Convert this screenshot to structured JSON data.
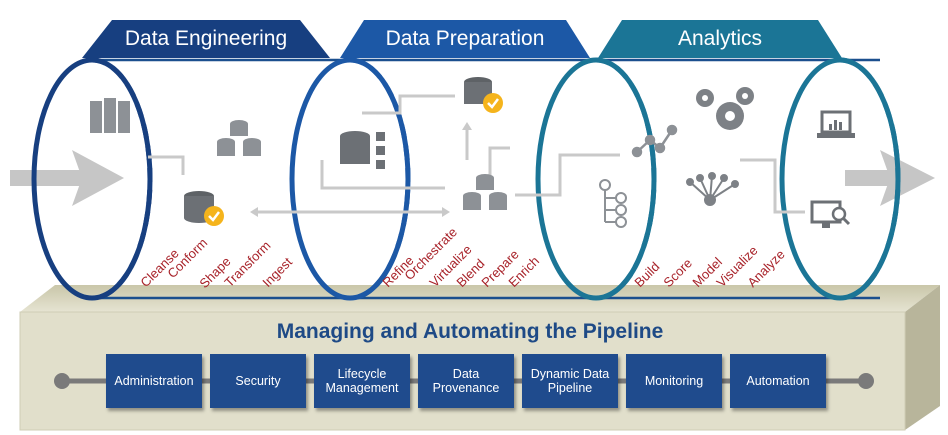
{
  "sections": [
    {
      "title": "Data Engineering",
      "color": "#173f80"
    },
    {
      "title": "Data Preparation",
      "color": "#1c58a6"
    },
    {
      "title": "Analytics",
      "color": "#1b7596"
    }
  ],
  "engineering_steps": [
    "Cleanse",
    "Conform",
    "Shape",
    "Transform",
    "Ingest"
  ],
  "preparation_steps": [
    "Refine",
    "Orchestrate",
    "Virtualize",
    "Blend",
    "Prepare",
    "Enrich"
  ],
  "analytics_steps": [
    "Build",
    "Score",
    "Model",
    "Visualize",
    "Analyze"
  ],
  "pipeline": {
    "title": "Managing and Automating the Pipeline",
    "capabilities": [
      "Administration",
      "Security",
      "Lifecycle Management",
      "Data Provenance",
      "Dynamic Data Pipeline",
      "Monitoring",
      "Automation"
    ]
  },
  "colors": {
    "stage_label": "#a8232a",
    "platform": "#dedcc6",
    "capability_box": "#1f4b8d",
    "arrow": "#c9c9c9"
  },
  "icons": [
    "server-rack-icon",
    "database-check-icon",
    "database-cluster-icon",
    "database-flow-icon",
    "database-check-icon",
    "database-cluster-icon",
    "line-chart-icon",
    "gears-icon",
    "decision-tree-icon",
    "network-node-icon",
    "laptop-chart-icon",
    "monitor-search-icon"
  ]
}
